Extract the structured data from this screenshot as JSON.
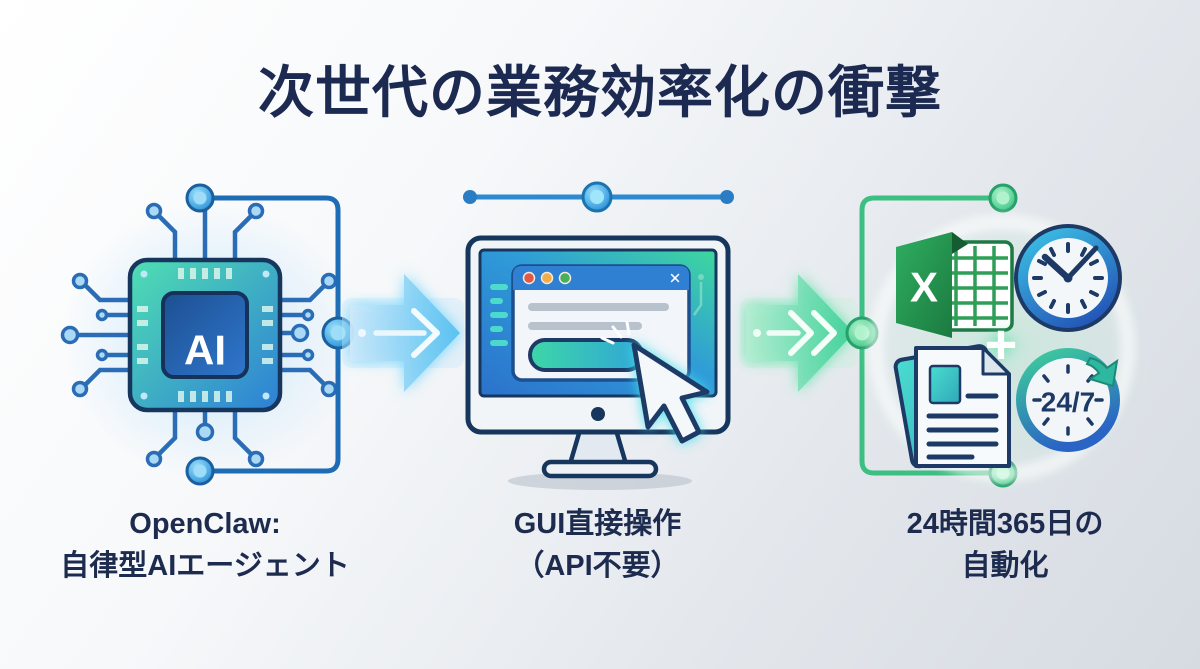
{
  "title": "次世代の業務効率化の衝撃",
  "steps": [
    {
      "id": "openclaw-agent",
      "caption_line1": "OpenClaw:",
      "caption_line2": "自律型AIエージェント",
      "icon": "ai-chip-icon",
      "chip_label": "AI"
    },
    {
      "id": "gui-direct-operation",
      "caption_line1": "GUI直接操作",
      "caption_line2": "（API不要）",
      "icon": "monitor-cursor-icon",
      "browser_close_label": "✕"
    },
    {
      "id": "automation-24-365",
      "caption_line1": "24時間365日の",
      "caption_line2": "自動化",
      "icons": [
        "excel-icon",
        "clock-icon",
        "documents-icon",
        "badge-24-7-icon"
      ],
      "excel_letter": "X",
      "plus_sign": "+",
      "badge_label": "24/7"
    }
  ],
  "colors": {
    "title_text": "#1c2950",
    "caption_text": "#1d2b4f",
    "connector_blue": "#1e6cb5",
    "connector_green": "#3bbf82",
    "accent_teal": "#3ed8a8",
    "accent_blue": "#2a7fd0",
    "chip_gradient_start": "#45d6ac",
    "chip_gradient_end": "#2e7fd6",
    "excel_green": "#217a40",
    "background_start": "#ffffff",
    "background_end": "#d6dbe2"
  }
}
